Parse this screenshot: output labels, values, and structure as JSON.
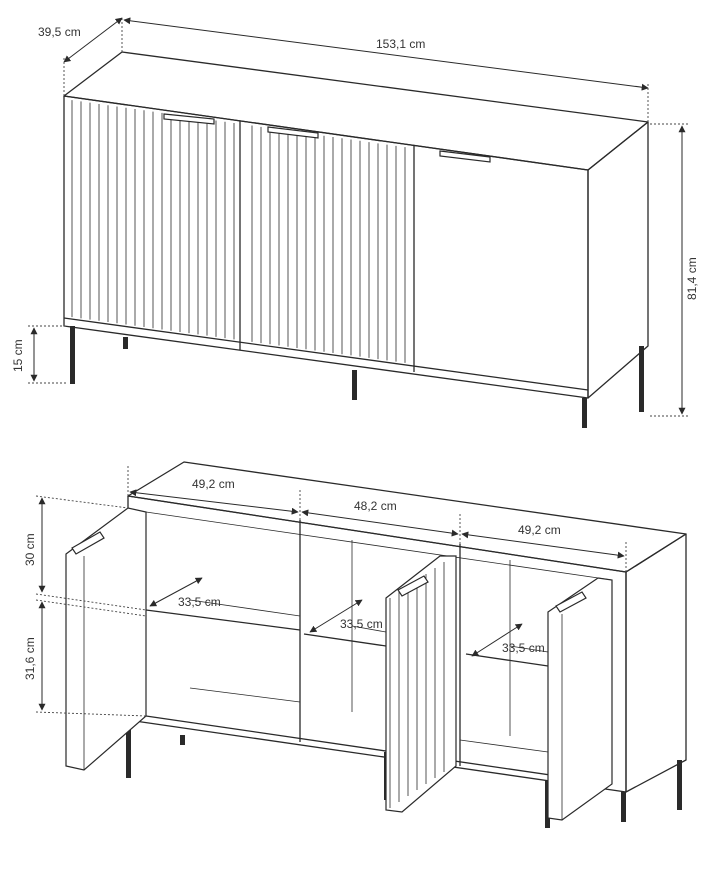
{
  "colors": {
    "line": "#2a2a2a",
    "text": "#333333",
    "background": "#ffffff"
  },
  "closed_view": {
    "depth_label": "39,5 cm",
    "width_label": "153,1 cm",
    "height_label": "81,4 cm",
    "leg_label": "15 cm"
  },
  "open_view": {
    "compartment_widths": [
      "49,2 cm",
      "48,2 cm",
      "49,2 cm"
    ],
    "upper_height_label": "30 cm",
    "lower_height_label": "31,6 cm",
    "shelf_depths": [
      "33,5 cm",
      "33,5 cm",
      "33,5 cm"
    ]
  }
}
